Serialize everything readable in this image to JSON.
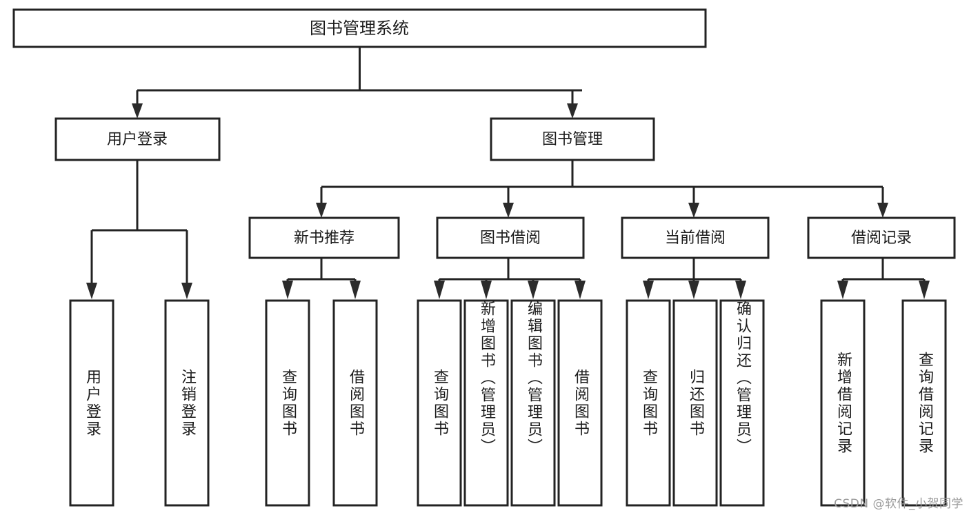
{
  "diagram": {
    "type": "tree",
    "title": "图书管理系统",
    "root": {
      "label": "图书管理系统"
    },
    "level2": [
      {
        "label": "用户登录"
      },
      {
        "label": "图书管理"
      }
    ],
    "level3": [
      {
        "label": "新书推荐"
      },
      {
        "label": "图书借阅"
      },
      {
        "label": "当前借阅"
      },
      {
        "label": "借阅记录"
      }
    ],
    "leaves": {
      "user_login": [
        {
          "label": "用户登录"
        },
        {
          "label": "注销登录"
        }
      ],
      "new_book_recommend": [
        {
          "label": "查询图书"
        },
        {
          "label": "借阅图书"
        }
      ],
      "book_borrow": [
        {
          "label": "查询图书"
        },
        {
          "label": "新增图书（管理员）"
        },
        {
          "label": "编辑图书（管理员）"
        },
        {
          "label": "借阅图书"
        }
      ],
      "current_borrow": [
        {
          "label": "查询图书"
        },
        {
          "label": "归还图书"
        },
        {
          "label": "确认归还（管理员）"
        }
      ],
      "borrow_record": [
        {
          "label": "新增借阅记录"
        },
        {
          "label": "查询借阅记录"
        }
      ]
    }
  },
  "watermark": {
    "text": "CSDN @软件_小贺同学"
  },
  "colors": {
    "background": "#ffffff",
    "stroke": "#232323",
    "text": "#1b1b1b",
    "watermark": "#9a9a9a"
  }
}
